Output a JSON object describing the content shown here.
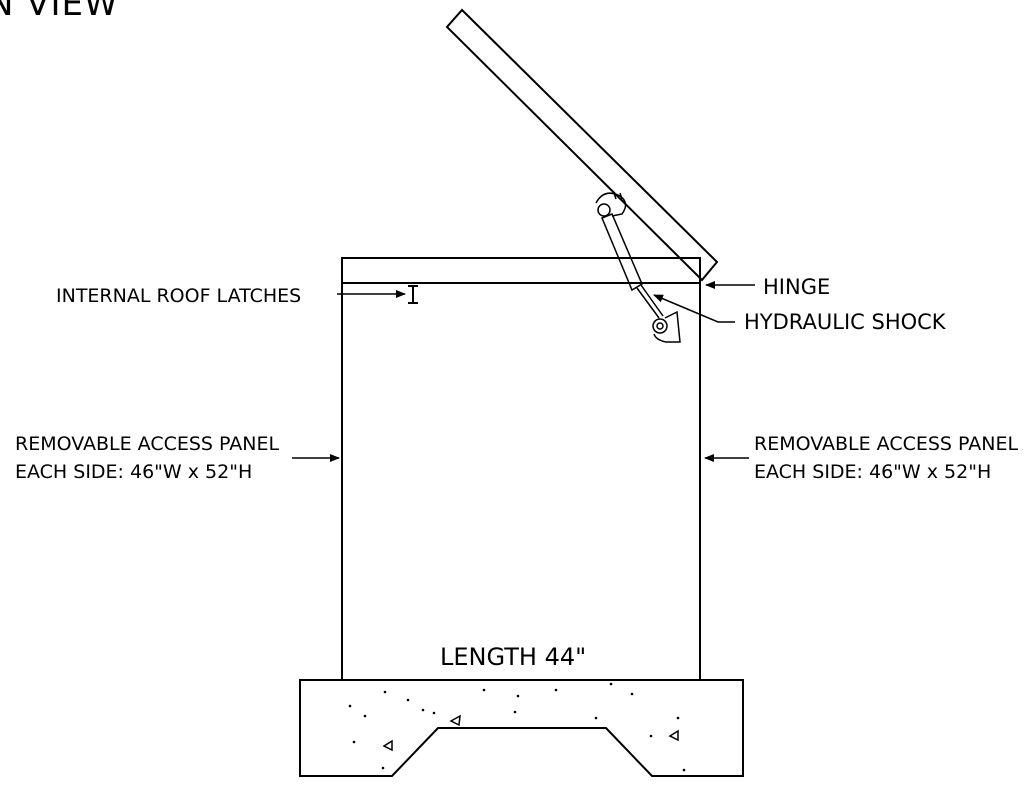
{
  "title": "N VIEW",
  "labels": {
    "hinge": "HINGE",
    "hydraulic_shock": "HYDRAULIC SHOCK",
    "roof_latches": "INTERNAL ROOF LATCHES",
    "left_panel_line1": "REMOVABLE ACCESS PANEL",
    "left_panel_line2": "EACH SIDE: 46\"W x 52\"H",
    "right_panel_line1": "REMOVABLE ACCESS PANEL",
    "right_panel_line2": "EACH SIDE: 46\"W x 52\"H",
    "length": "LENGTH 44\""
  },
  "colors": {
    "line": "#000000",
    "background": "#ffffff"
  }
}
